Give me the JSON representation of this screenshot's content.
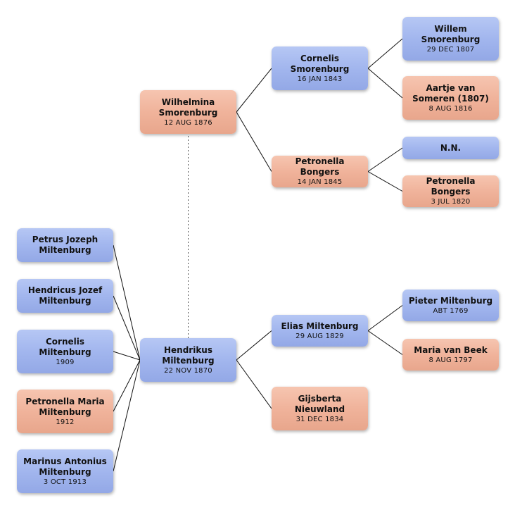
{
  "people": [
    {
      "id": "wilhelmina",
      "name": "Wilhelmina\nSmorenburg",
      "date": "12 AUG 1876",
      "sex": "female"
    },
    {
      "id": "cornelis-smorenburg",
      "name": "Cornelis\nSmorenburg",
      "date": "16 JAN 1843",
      "sex": "male"
    },
    {
      "id": "petronella-bongers-1845",
      "name": "Petronella Bongers",
      "date": "14 JAN 1845",
      "sex": "female"
    },
    {
      "id": "willem-smorenburg",
      "name": "Willem\nSmorenburg",
      "date": "29 DEC 1807",
      "sex": "male"
    },
    {
      "id": "aartje-van-someren",
      "name": "Aartje van\nSomeren   (1807)",
      "date": "8 AUG 1816",
      "sex": "female"
    },
    {
      "id": "nn",
      "name": "N.N.",
      "date": "",
      "sex": "male"
    },
    {
      "id": "petronella-bongers-1820",
      "name": "Petronella Bongers",
      "date": "3 JUL 1820",
      "sex": "female"
    },
    {
      "id": "hendrikus-miltenburg",
      "name": "Hendrikus\nMiltenburg",
      "date": "22 NOV 1870",
      "sex": "male"
    },
    {
      "id": "elias-miltenburg",
      "name": "Elias Miltenburg",
      "date": "29 AUG 1829",
      "sex": "male"
    },
    {
      "id": "gijsberta-nieuwland",
      "name": "Gijsberta\nNieuwland",
      "date": "31 DEC 1834",
      "sex": "female"
    },
    {
      "id": "pieter-miltenburg",
      "name": "Pieter Miltenburg",
      "date": "ABT 1769",
      "sex": "male"
    },
    {
      "id": "maria-van-beek",
      "name": "Maria van Beek",
      "date": "8 AUG 1797",
      "sex": "female"
    },
    {
      "id": "petrus-jozeph",
      "name": "Petrus Jozeph\nMiltenburg",
      "date": "",
      "sex": "male"
    },
    {
      "id": "hendricus-jozef",
      "name": "Hendricus Jozef\nMiltenburg",
      "date": "",
      "sex": "male"
    },
    {
      "id": "cornelis-miltenburg",
      "name": "Cornelis\nMiltenburg",
      "date": "1909",
      "sex": "male"
    },
    {
      "id": "petronella-maria",
      "name": "Petronella Maria\nMiltenburg",
      "date": "1912",
      "sex": "female"
    },
    {
      "id": "marinus-antonius",
      "name": "Marinus Antonius\nMiltenburg",
      "date": "3 OCT 1913",
      "sex": "male"
    }
  ],
  "links": [
    {
      "from": "wilhelmina",
      "to": "cornelis-smorenburg",
      "style": "solid"
    },
    {
      "from": "wilhelmina",
      "to": "petronella-bongers-1845",
      "style": "solid"
    },
    {
      "from": "cornelis-smorenburg",
      "to": "willem-smorenburg",
      "style": "solid"
    },
    {
      "from": "cornelis-smorenburg",
      "to": "aartje-van-someren",
      "style": "solid"
    },
    {
      "from": "petronella-bongers-1845",
      "to": "nn",
      "style": "solid"
    },
    {
      "from": "petronella-bongers-1845",
      "to": "petronella-bongers-1820",
      "style": "solid"
    },
    {
      "from": "hendrikus-miltenburg",
      "to": "elias-miltenburg",
      "style": "solid"
    },
    {
      "from": "hendrikus-miltenburg",
      "to": "gijsberta-nieuwland",
      "style": "solid"
    },
    {
      "from": "elias-miltenburg",
      "to": "pieter-miltenburg",
      "style": "solid"
    },
    {
      "from": "elias-miltenburg",
      "to": "maria-van-beek",
      "style": "solid"
    },
    {
      "from": "hendrikus-miltenburg",
      "to": "petrus-jozeph",
      "style": "solid"
    },
    {
      "from": "hendrikus-miltenburg",
      "to": "hendricus-jozef",
      "style": "solid"
    },
    {
      "from": "hendrikus-miltenburg",
      "to": "cornelis-miltenburg",
      "style": "solid"
    },
    {
      "from": "hendrikus-miltenburg",
      "to": "petronella-maria",
      "style": "solid"
    },
    {
      "from": "hendrikus-miltenburg",
      "to": "marinus-antonius",
      "style": "solid"
    },
    {
      "from": "hendrikus-miltenburg",
      "to": "wilhelmina",
      "style": "dotted"
    }
  ],
  "colors": {
    "male": "#a2b6ee",
    "female": "#f0b39b",
    "line": "#111111",
    "spouse_line": "#555555"
  }
}
